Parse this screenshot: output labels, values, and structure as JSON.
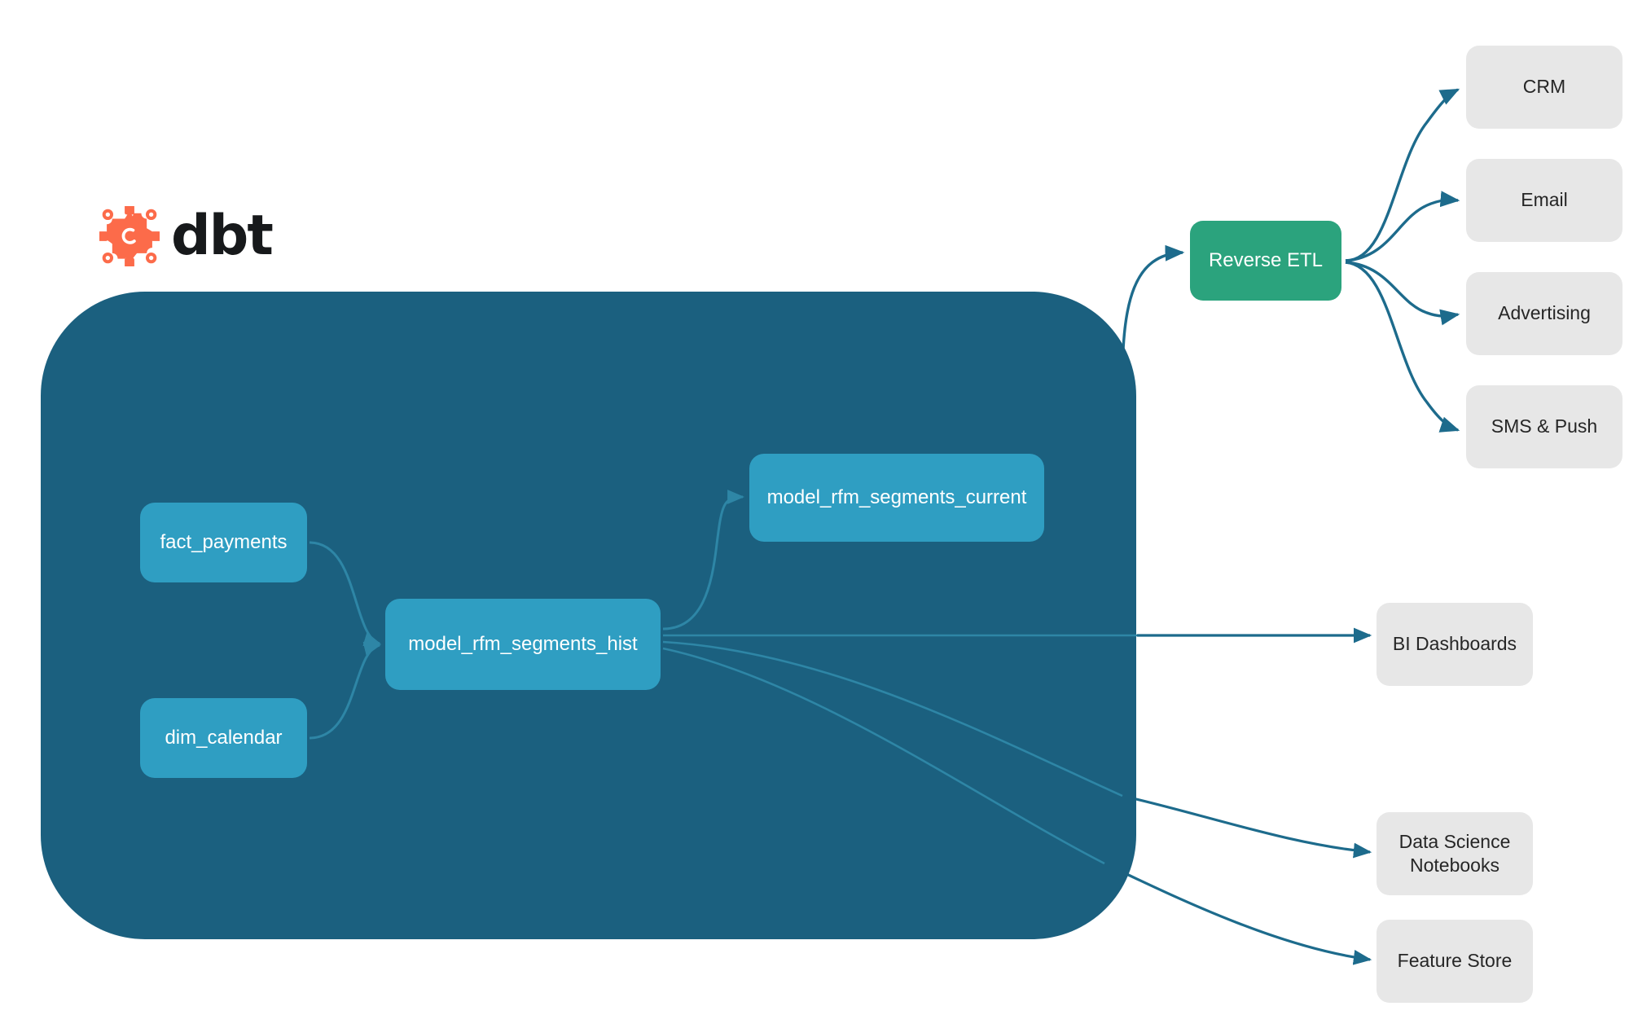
{
  "diagram": {
    "type": "lineage-flow-diagram",
    "title": "dbt RFM segments lineage and activation flow",
    "background_color": "#ffffff"
  },
  "brand": {
    "name": "dbt",
    "logo_icon": "dbt-logo-icon",
    "logo_color": "#fc6b4a",
    "wordmark_color": "#17191b"
  },
  "project_container": {
    "label": "dbt-project-container",
    "color": "#1b607f"
  },
  "palette": {
    "model_node": "#2f9ec2",
    "reverse_etl_node": "#2ba37d",
    "destination_node": "#e7e7e7",
    "internal_edge": "#2e86a6",
    "external_edge": "#1d6b8c",
    "node_text": "#ffffff",
    "destination_text": "#262626"
  },
  "nodes": {
    "models": [
      {
        "id": "fact_payments",
        "label": "fact_payments",
        "kind": "source-model"
      },
      {
        "id": "dim_calendar",
        "label": "dim_calendar",
        "kind": "source-model"
      },
      {
        "id": "model_rfm_segments_hist",
        "label": "model_rfm_segments_hist",
        "kind": "transform-model"
      },
      {
        "id": "model_rfm_segments_current",
        "label": "model_rfm_segments_current",
        "kind": "transform-model"
      }
    ],
    "reverse_etl": {
      "id": "reverse_etl",
      "label": "Reverse ETL",
      "kind": "activation-service"
    },
    "destinations": [
      {
        "id": "crm",
        "label": "CRM",
        "group": "reverse-etl-destination"
      },
      {
        "id": "email",
        "label": "Email",
        "group": "reverse-etl-destination"
      },
      {
        "id": "advertising",
        "label": "Advertising",
        "group": "reverse-etl-destination"
      },
      {
        "id": "sms_push",
        "label": "SMS & Push",
        "group": "reverse-etl-destination"
      },
      {
        "id": "bi_dashboards",
        "label": "BI Dashboards",
        "group": "analytics-consumer"
      },
      {
        "id": "ds_notebooks",
        "label_line1": "Data Science",
        "label_line2": "Notebooks",
        "group": "analytics-consumer"
      },
      {
        "id": "feature_store",
        "label": "Feature Store",
        "group": "analytics-consumer"
      }
    ]
  },
  "edges": [
    {
      "from": "fact_payments",
      "to": "model_rfm_segments_hist",
      "style": "internal"
    },
    {
      "from": "dim_calendar",
      "to": "model_rfm_segments_hist",
      "style": "internal"
    },
    {
      "from": "model_rfm_segments_hist",
      "to": "model_rfm_segments_current",
      "style": "internal"
    },
    {
      "from": "model_rfm_segments_current",
      "to": "reverse_etl",
      "style": "external"
    },
    {
      "from": "reverse_etl",
      "to": "crm",
      "style": "external"
    },
    {
      "from": "reverse_etl",
      "to": "email",
      "style": "external"
    },
    {
      "from": "reverse_etl",
      "to": "advertising",
      "style": "external"
    },
    {
      "from": "reverse_etl",
      "to": "sms_push",
      "style": "external"
    },
    {
      "from": "model_rfm_segments_hist",
      "to": "bi_dashboards",
      "style": "external"
    },
    {
      "from": "model_rfm_segments_hist",
      "to": "ds_notebooks",
      "style": "external"
    },
    {
      "from": "model_rfm_segments_hist",
      "to": "feature_store",
      "style": "external"
    }
  ]
}
